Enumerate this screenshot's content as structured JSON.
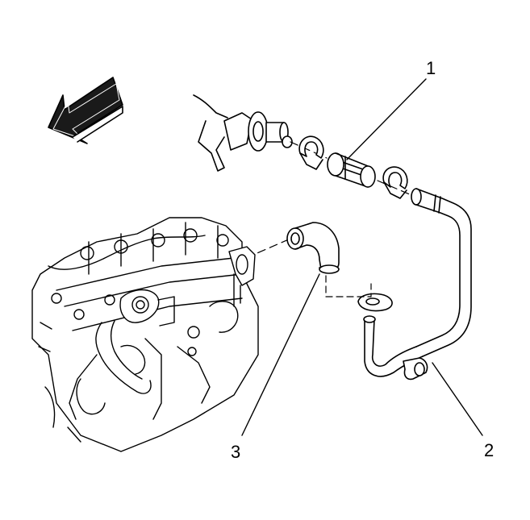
{
  "callouts": {
    "c1": "1",
    "c2": "2",
    "c3": "3"
  },
  "icons": {
    "direction_arrow": "front-arrow-icon"
  },
  "colors": {
    "ink": "#000000",
    "paper": "#ffffff",
    "arrow_fill": "#1a1a1a"
  }
}
